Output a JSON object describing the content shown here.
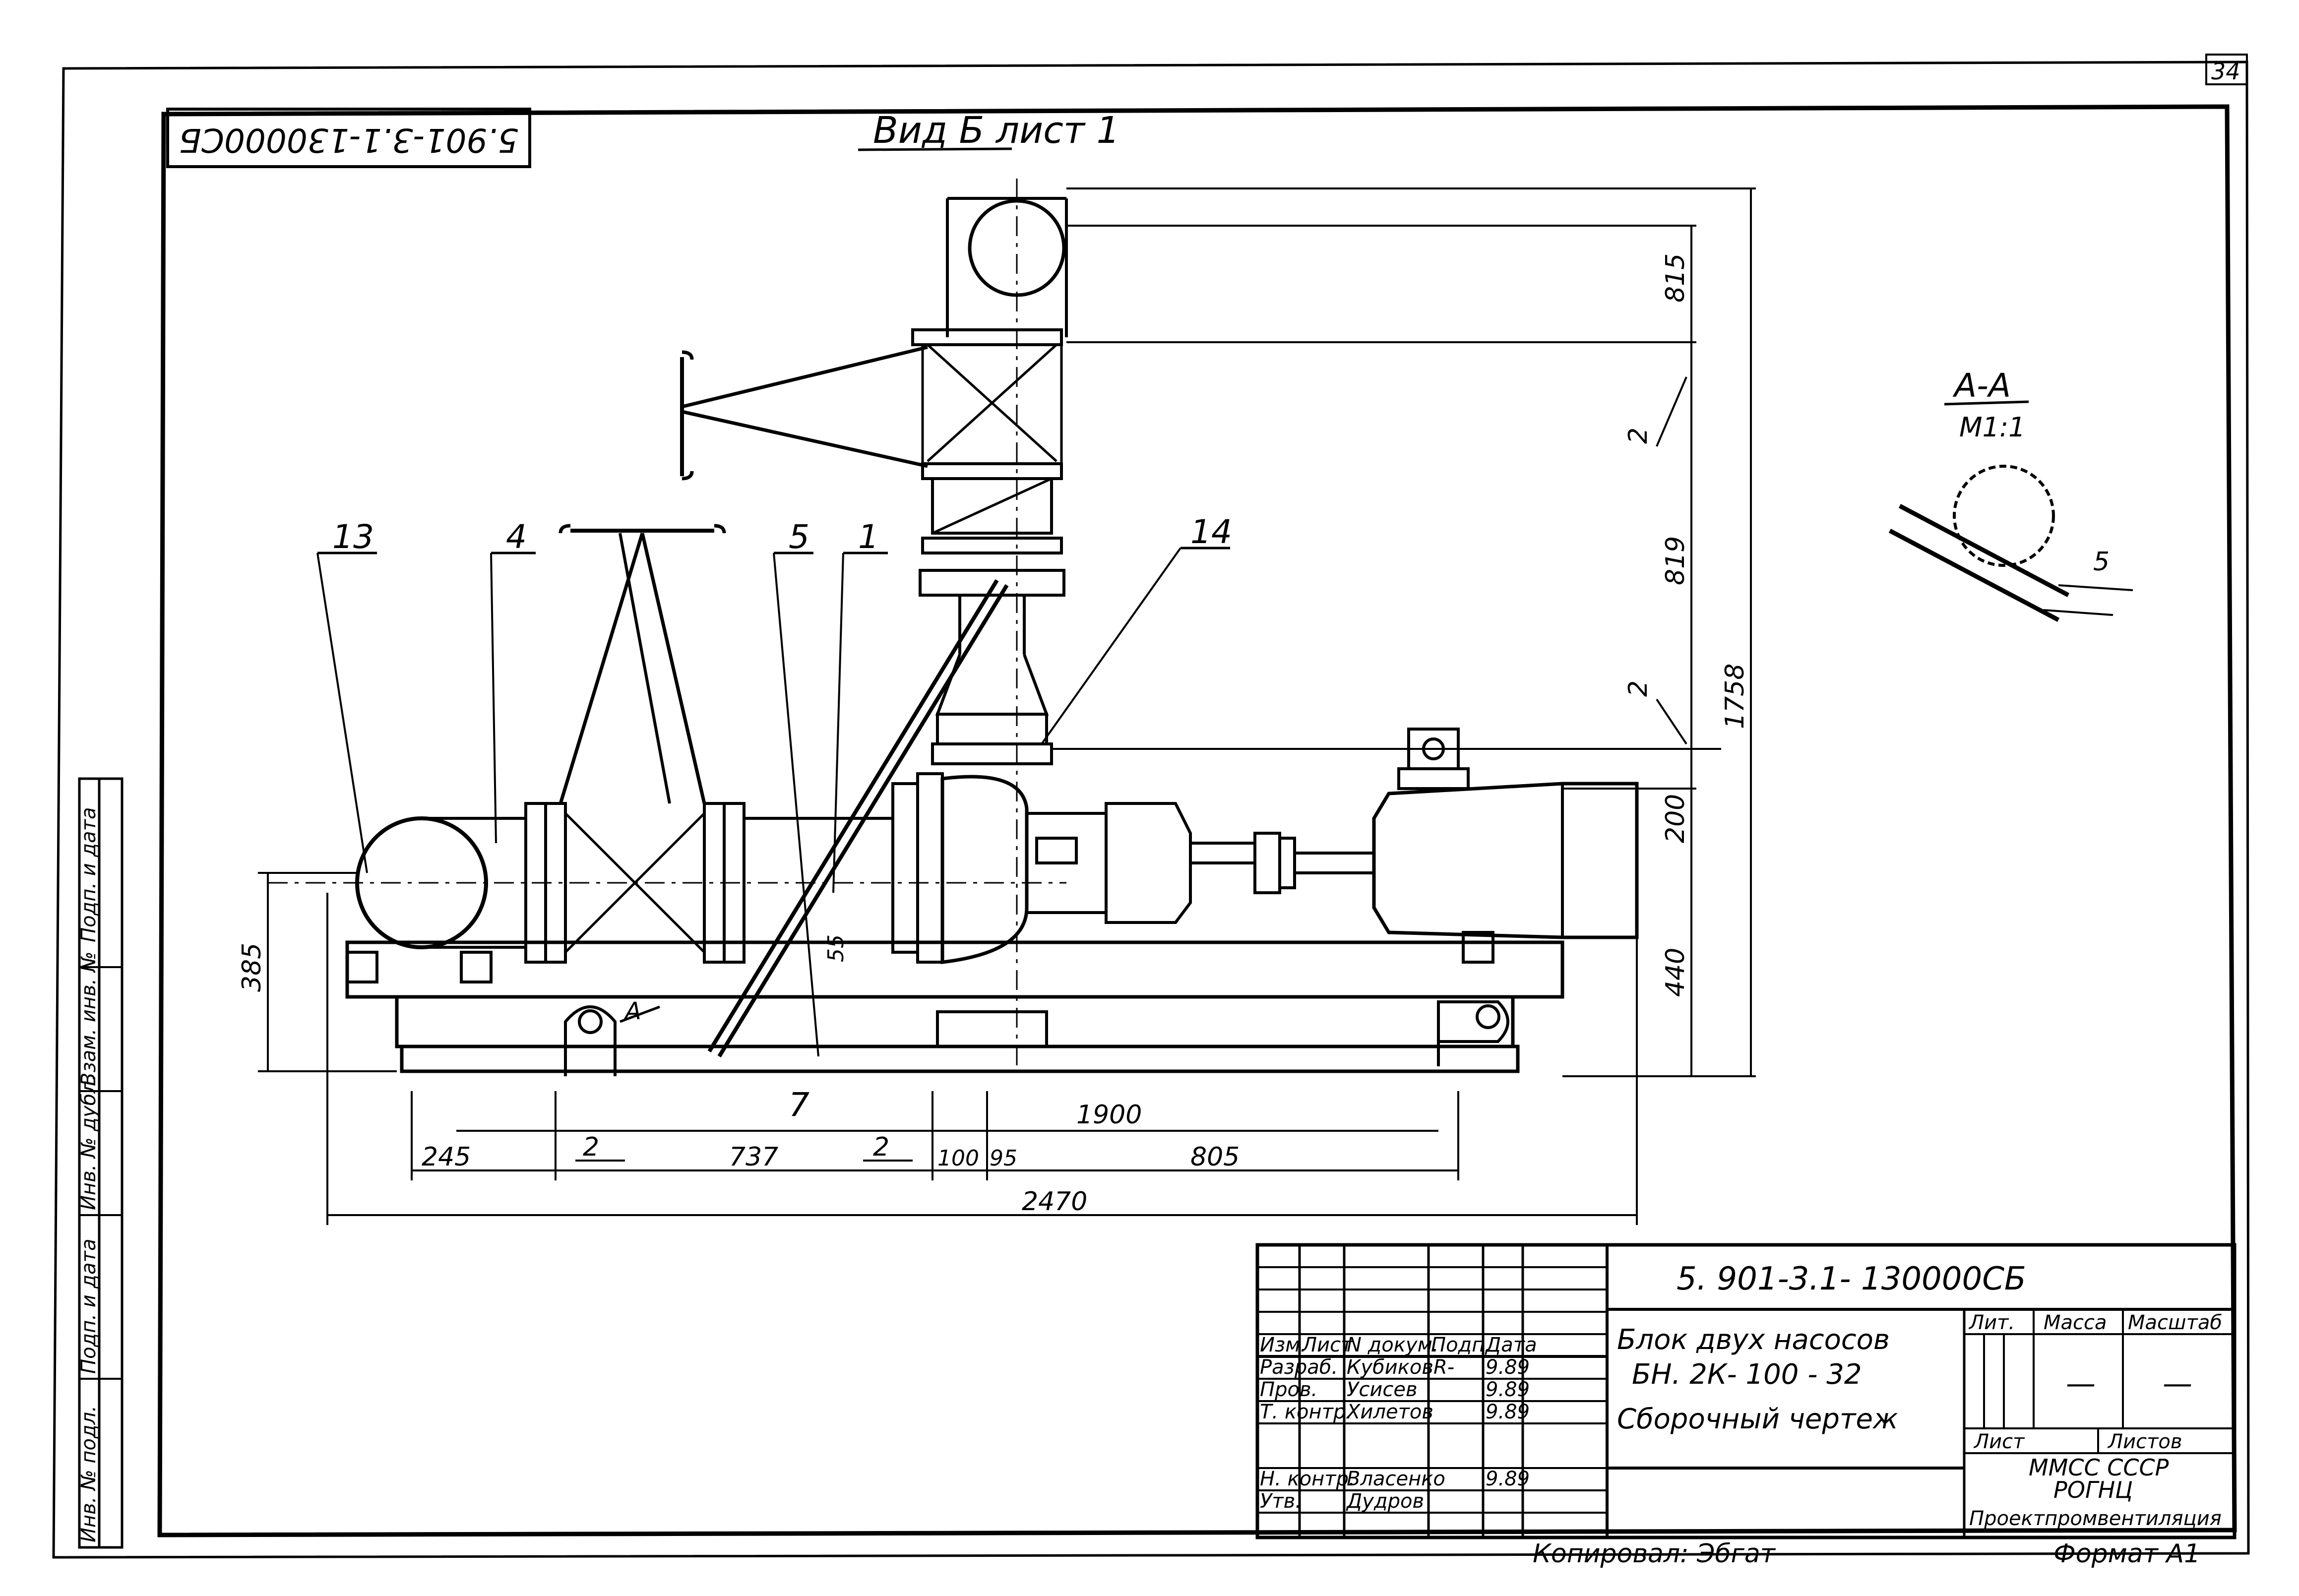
{
  "sheet": {
    "number": "34",
    "stamp_code": "5.901-3.1-130000СБ",
    "view_label": "Вид Б лист 1",
    "section_label": "А-А",
    "section_scale": "М1:1",
    "weld_mark": "5"
  },
  "callouts": [
    "13",
    "4",
    "5",
    "1",
    "14"
  ],
  "dimensions": {
    "d815": "815",
    "d819": "819",
    "d1758": "1758",
    "d200": "200",
    "d440": "440",
    "d385": "385",
    "d55": "55",
    "d1900": "1900",
    "d245": "245",
    "d737": "737",
    "d100": "100",
    "d95": "95",
    "d805": "805",
    "d2470": "2470",
    "mark2": "2",
    "markA": "А",
    "mark7": "7"
  },
  "side_stamp": [
    "Подп. и дата",
    "Взам. инв. №",
    "Инв. № дубл.",
    "Подп. и дата",
    "Инв. № подл."
  ],
  "title_block": {
    "designation": "5. 901-3.1- 130000СБ",
    "name_line1": "Блок двух насосов",
    "name_line2": "БН. 2К- 100 - 32",
    "name_line3": "Сборочный чертеж",
    "col_headers": [
      "Изм.",
      "Лист",
      "N докум.",
      "Подп.",
      "Дата"
    ],
    "rows": [
      {
        "role": "Разраб.",
        "name": "Кубиков",
        "sign": "R-",
        "date": "9.89"
      },
      {
        "role": "Пров.",
        "name": "Усисев",
        "sign": "",
        "date": "9.89"
      },
      {
        "role": "Т. контр.",
        "name": "Хилетов",
        "sign": "",
        "date": "9.89"
      },
      {
        "role": "Н. контр.",
        "name": "Власенко",
        "sign": "",
        "date": "9.89"
      },
      {
        "role": "Утв.",
        "name": "Дудров",
        "sign": "",
        "date": ""
      }
    ],
    "lit_header": "Лит.",
    "mass_header": "Масса",
    "scale_header": "Масштаб",
    "mass_value": "—",
    "scale_value": "—",
    "sheet_label": "Лист",
    "sheets_label": "Листов",
    "org_line1": "ММСС СССР",
    "org_line2": "РОГНЦ",
    "org_line3": "Проектпромвентиляция",
    "copied": "Копировал: Эбгат",
    "format": "Формат А1"
  }
}
